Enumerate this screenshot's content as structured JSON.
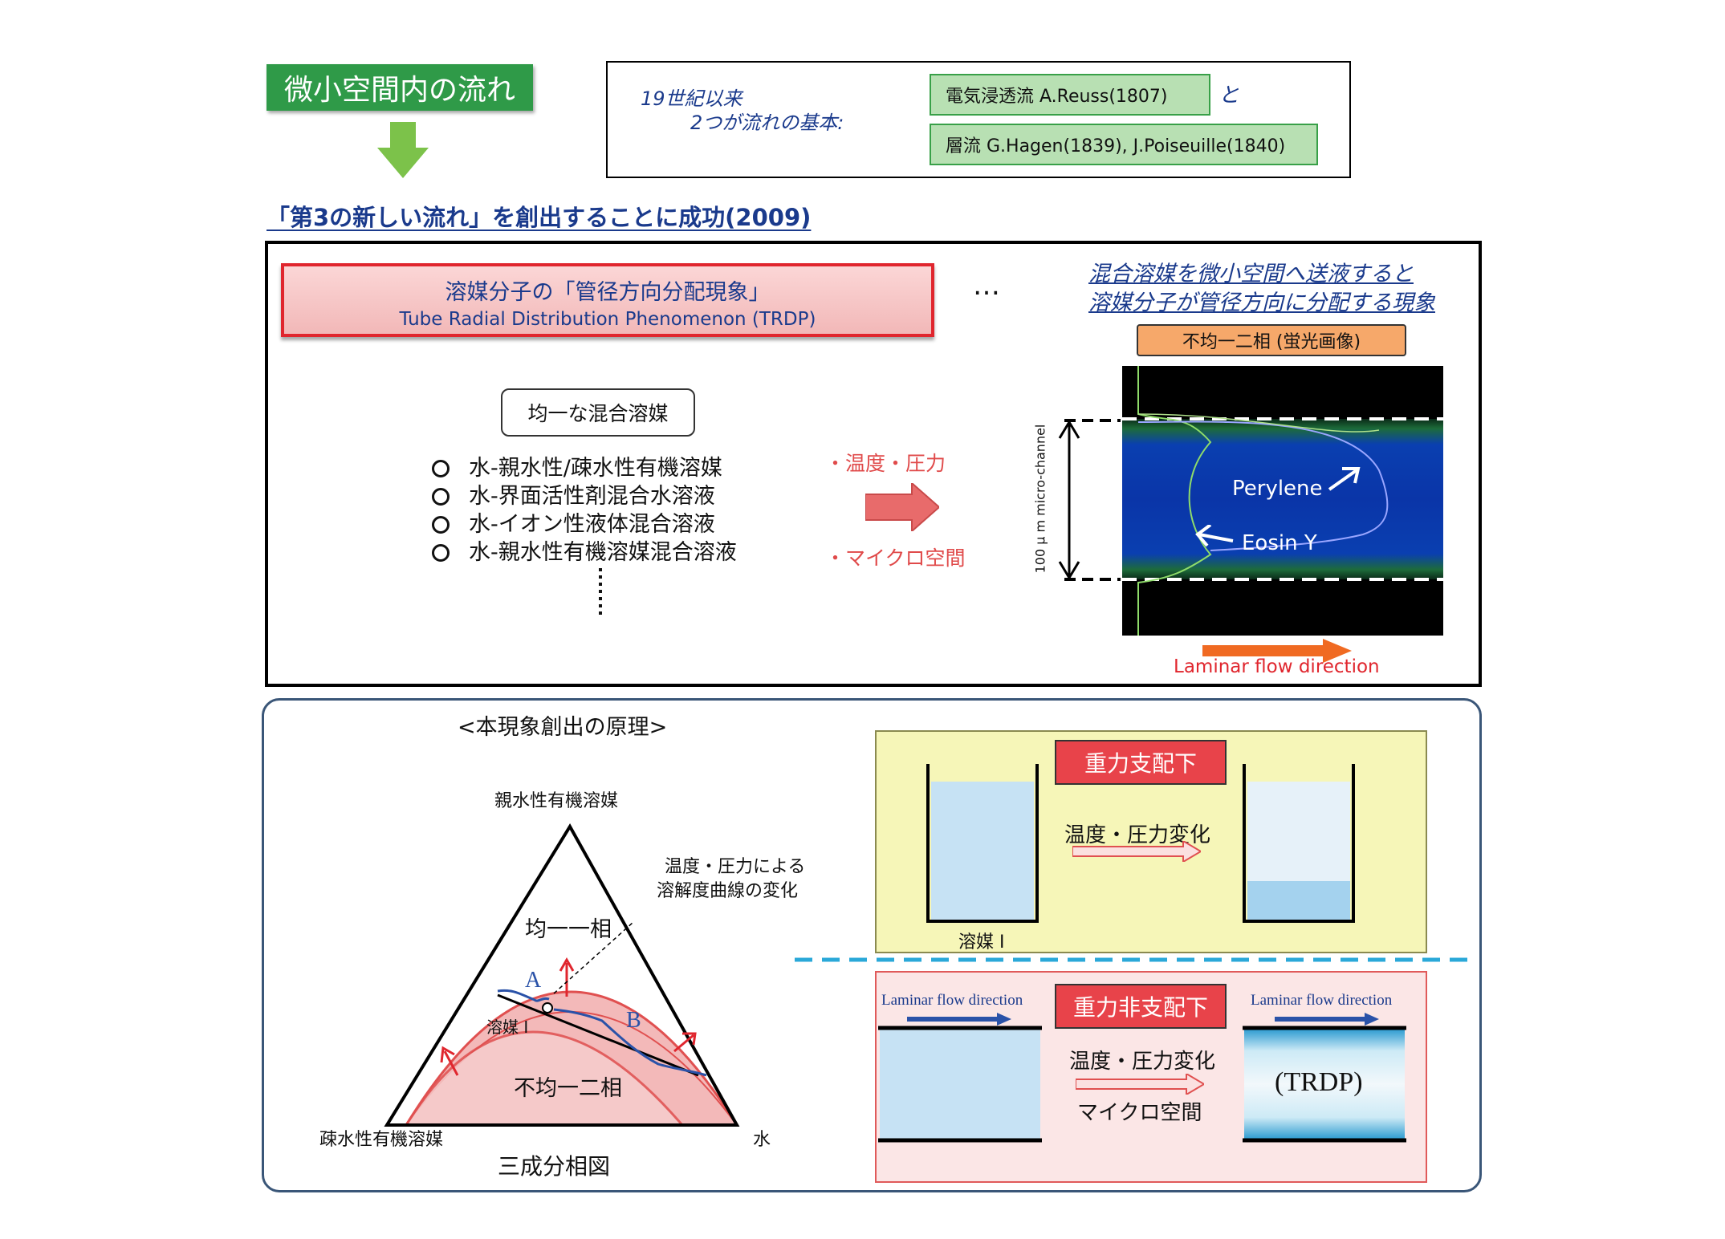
{
  "top": {
    "title": "微小空間内の流れ",
    "history_left_1": "19世紀以来",
    "history_left_2": "2つが流れの基本:",
    "flow1": "電気浸透流 A.Reuss(1807)",
    "conj": "と",
    "flow2": "層流 G.Hagen(1839), J.Poiseuille(1840)",
    "success": "「第3の新しい流れ」を創出することに成功(2009)"
  },
  "panel1": {
    "box_jp": "溶媒分子の「管径方向分配現象」",
    "box_en": "Tube Radial Distribution Phenomenon (TRDP)",
    "ellipsis": "…",
    "desc1": "混合溶媒を微小空間へ送液すると",
    "desc2": "溶媒分子が管径方向に分配する現象",
    "fluor_label": "不均一二相 (蛍光画像)",
    "homog": "均一な混合溶媒",
    "items": [
      "水-親水性/疎水性有機溶媒",
      "水-界面活性剤混合水溶液",
      "水-イオン性液体混合溶液",
      "水-親水性有機溶媒混合溶液"
    ],
    "cond1": "・温度・圧力",
    "cond2": "・マイクロ空間",
    "axis_label": "100 μ m micro-channel",
    "perylene": "Perylene",
    "eosin": "Eosin Y",
    "flow_dir": "Laminar flow direction"
  },
  "panel2": {
    "heading": "<本現象創出の原理>",
    "apex_top": "親水性有機溶媒",
    "apex_left": "疎水性有機溶媒",
    "apex_right": "水",
    "diagram_title": "三成分相図",
    "one_phase": "均一一相",
    "two_phase": "不均一二相",
    "solvent": "溶媒 I",
    "curve_note1": "温度・圧力による",
    "curve_note2": "溶解度曲線の変化",
    "label_a": "A",
    "label_b": "B",
    "gravity": "重力支配下",
    "change": "温度・圧力変化",
    "beaker_label": "溶媒 I",
    "nongravity": "重力非支配下",
    "change2": "温度・圧力変化",
    "micro": "マイクロ空間",
    "laminar1": "Laminar flow direction",
    "laminar2": "Laminar flow direction",
    "trdp": "(TRDP)"
  },
  "colors": {
    "green": "#2f9a48",
    "navy": "#1a3a8c",
    "red": "#e0262e",
    "pink": "#f2b8b8"
  }
}
